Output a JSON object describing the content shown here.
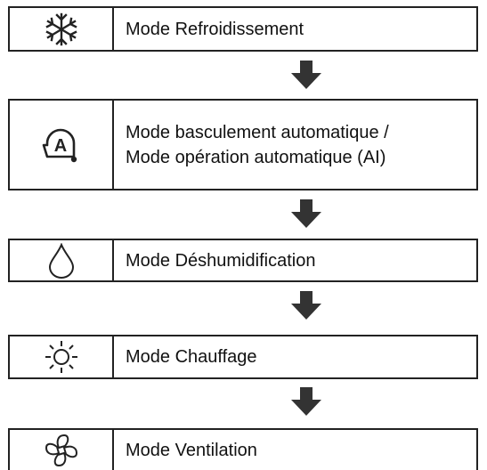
{
  "modes": [
    {
      "icon": "snowflake-icon",
      "lines": [
        "Mode Refroidissement"
      ]
    },
    {
      "icon": "auto-mode-icon",
      "lines": [
        "Mode basculement automatique /",
        "Mode opération automatique (AI)"
      ]
    },
    {
      "icon": "droplet-icon",
      "lines": [
        "Mode Déshumidification"
      ]
    },
    {
      "icon": "sun-icon",
      "lines": [
        "Mode Chauffage"
      ]
    },
    {
      "icon": "fan-icon",
      "lines": [
        "Mode Ventilation"
      ]
    }
  ],
  "auto_icon_letter": "A",
  "colors": {
    "stroke": "#222222",
    "arrow": "#333333"
  }
}
